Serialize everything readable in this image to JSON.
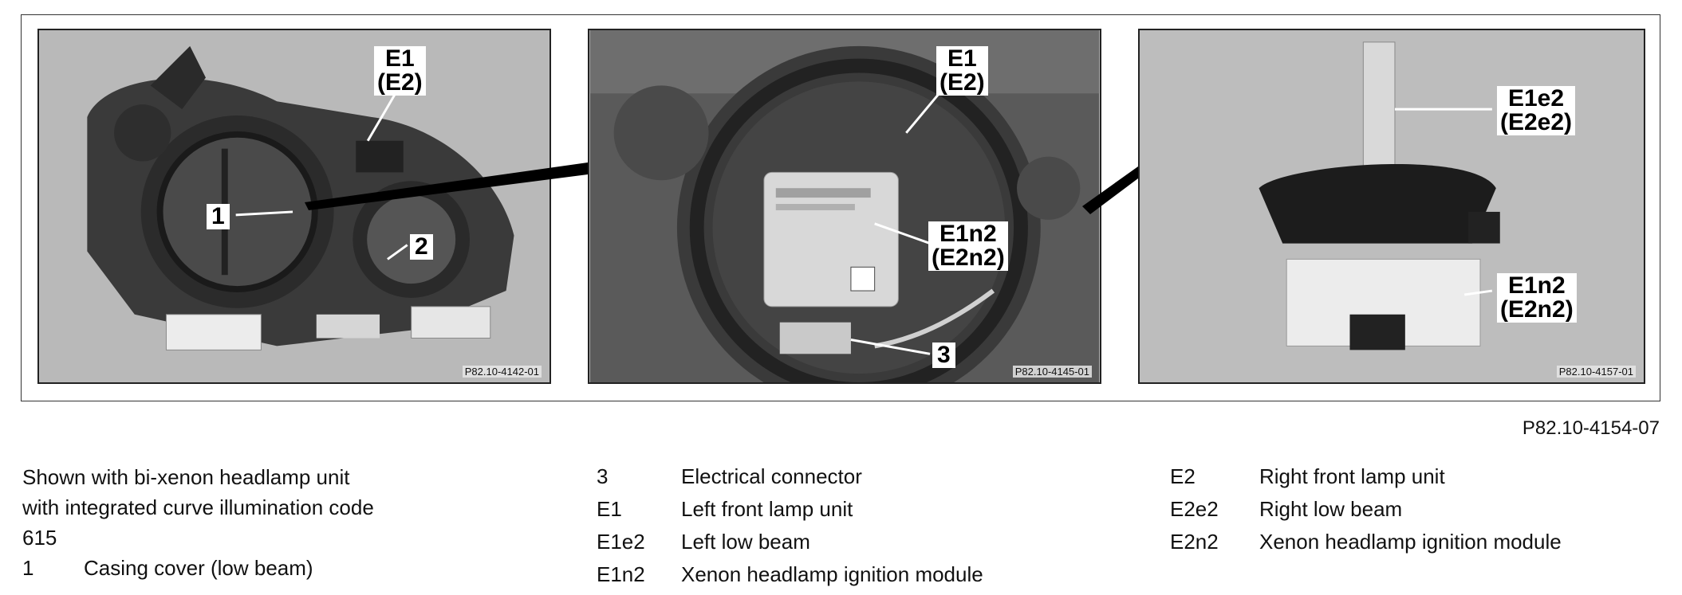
{
  "figure": {
    "code": "P82.10-4154-07",
    "photos": [
      {
        "code": "P82.10-4142-01",
        "callouts": [
          "E1",
          "(E2)"
        ],
        "numbers": [
          "1",
          "2"
        ]
      },
      {
        "code": "P82.10-4145-01",
        "callouts": [
          "E1",
          "(E2)"
        ],
        "callouts2": [
          "E1n2",
          "(E2n2)"
        ],
        "numbers": [
          "3"
        ]
      },
      {
        "code": "P82.10-4157-01",
        "callouts": [
          "E1e2",
          "(E2e2)"
        ],
        "callouts2": [
          "E1n2",
          "(E2n2)"
        ]
      }
    ]
  },
  "note": {
    "lines": [
      "Shown with bi-xenon headlamp unit",
      "with integrated curve illumination code",
      "615"
    ]
  },
  "legend": {
    "col1": [
      {
        "key": "1",
        "text": "Casing cover (low beam)"
      }
    ],
    "col2": [
      {
        "key": "3",
        "text": "Electrical connector"
      },
      {
        "key": "E1",
        "text": "Left front lamp unit"
      },
      {
        "key": "E1e2",
        "text": "Left low beam"
      },
      {
        "key": "E1n2",
        "text": "Xenon headlamp ignition module"
      }
    ],
    "col3": [
      {
        "key": "E2",
        "text": "Right front lamp unit"
      },
      {
        "key": "E2e2",
        "text": "Right low beam"
      },
      {
        "key": "E2n2",
        "text": "Xenon headlamp ignition module"
      }
    ]
  }
}
